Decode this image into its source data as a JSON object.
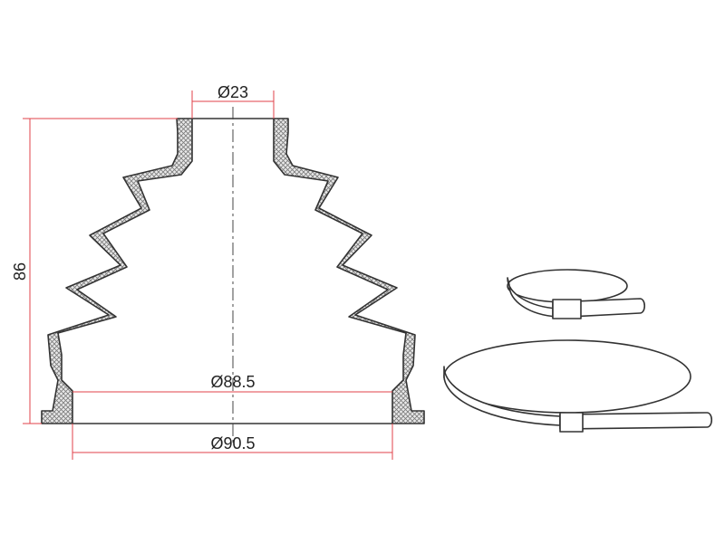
{
  "dimensions": {
    "top_diameter": "Ø23",
    "inner_base_diameter": "Ø88.5",
    "outer_base_diameter": "Ø90.5",
    "height": "86"
  },
  "colors": {
    "dimension_line": "#e0424a",
    "outline": "#333333",
    "wall_fill": "#e6e6e6"
  },
  "parts": [
    "cv-joint-boot",
    "small-clamp",
    "large-clamp"
  ]
}
